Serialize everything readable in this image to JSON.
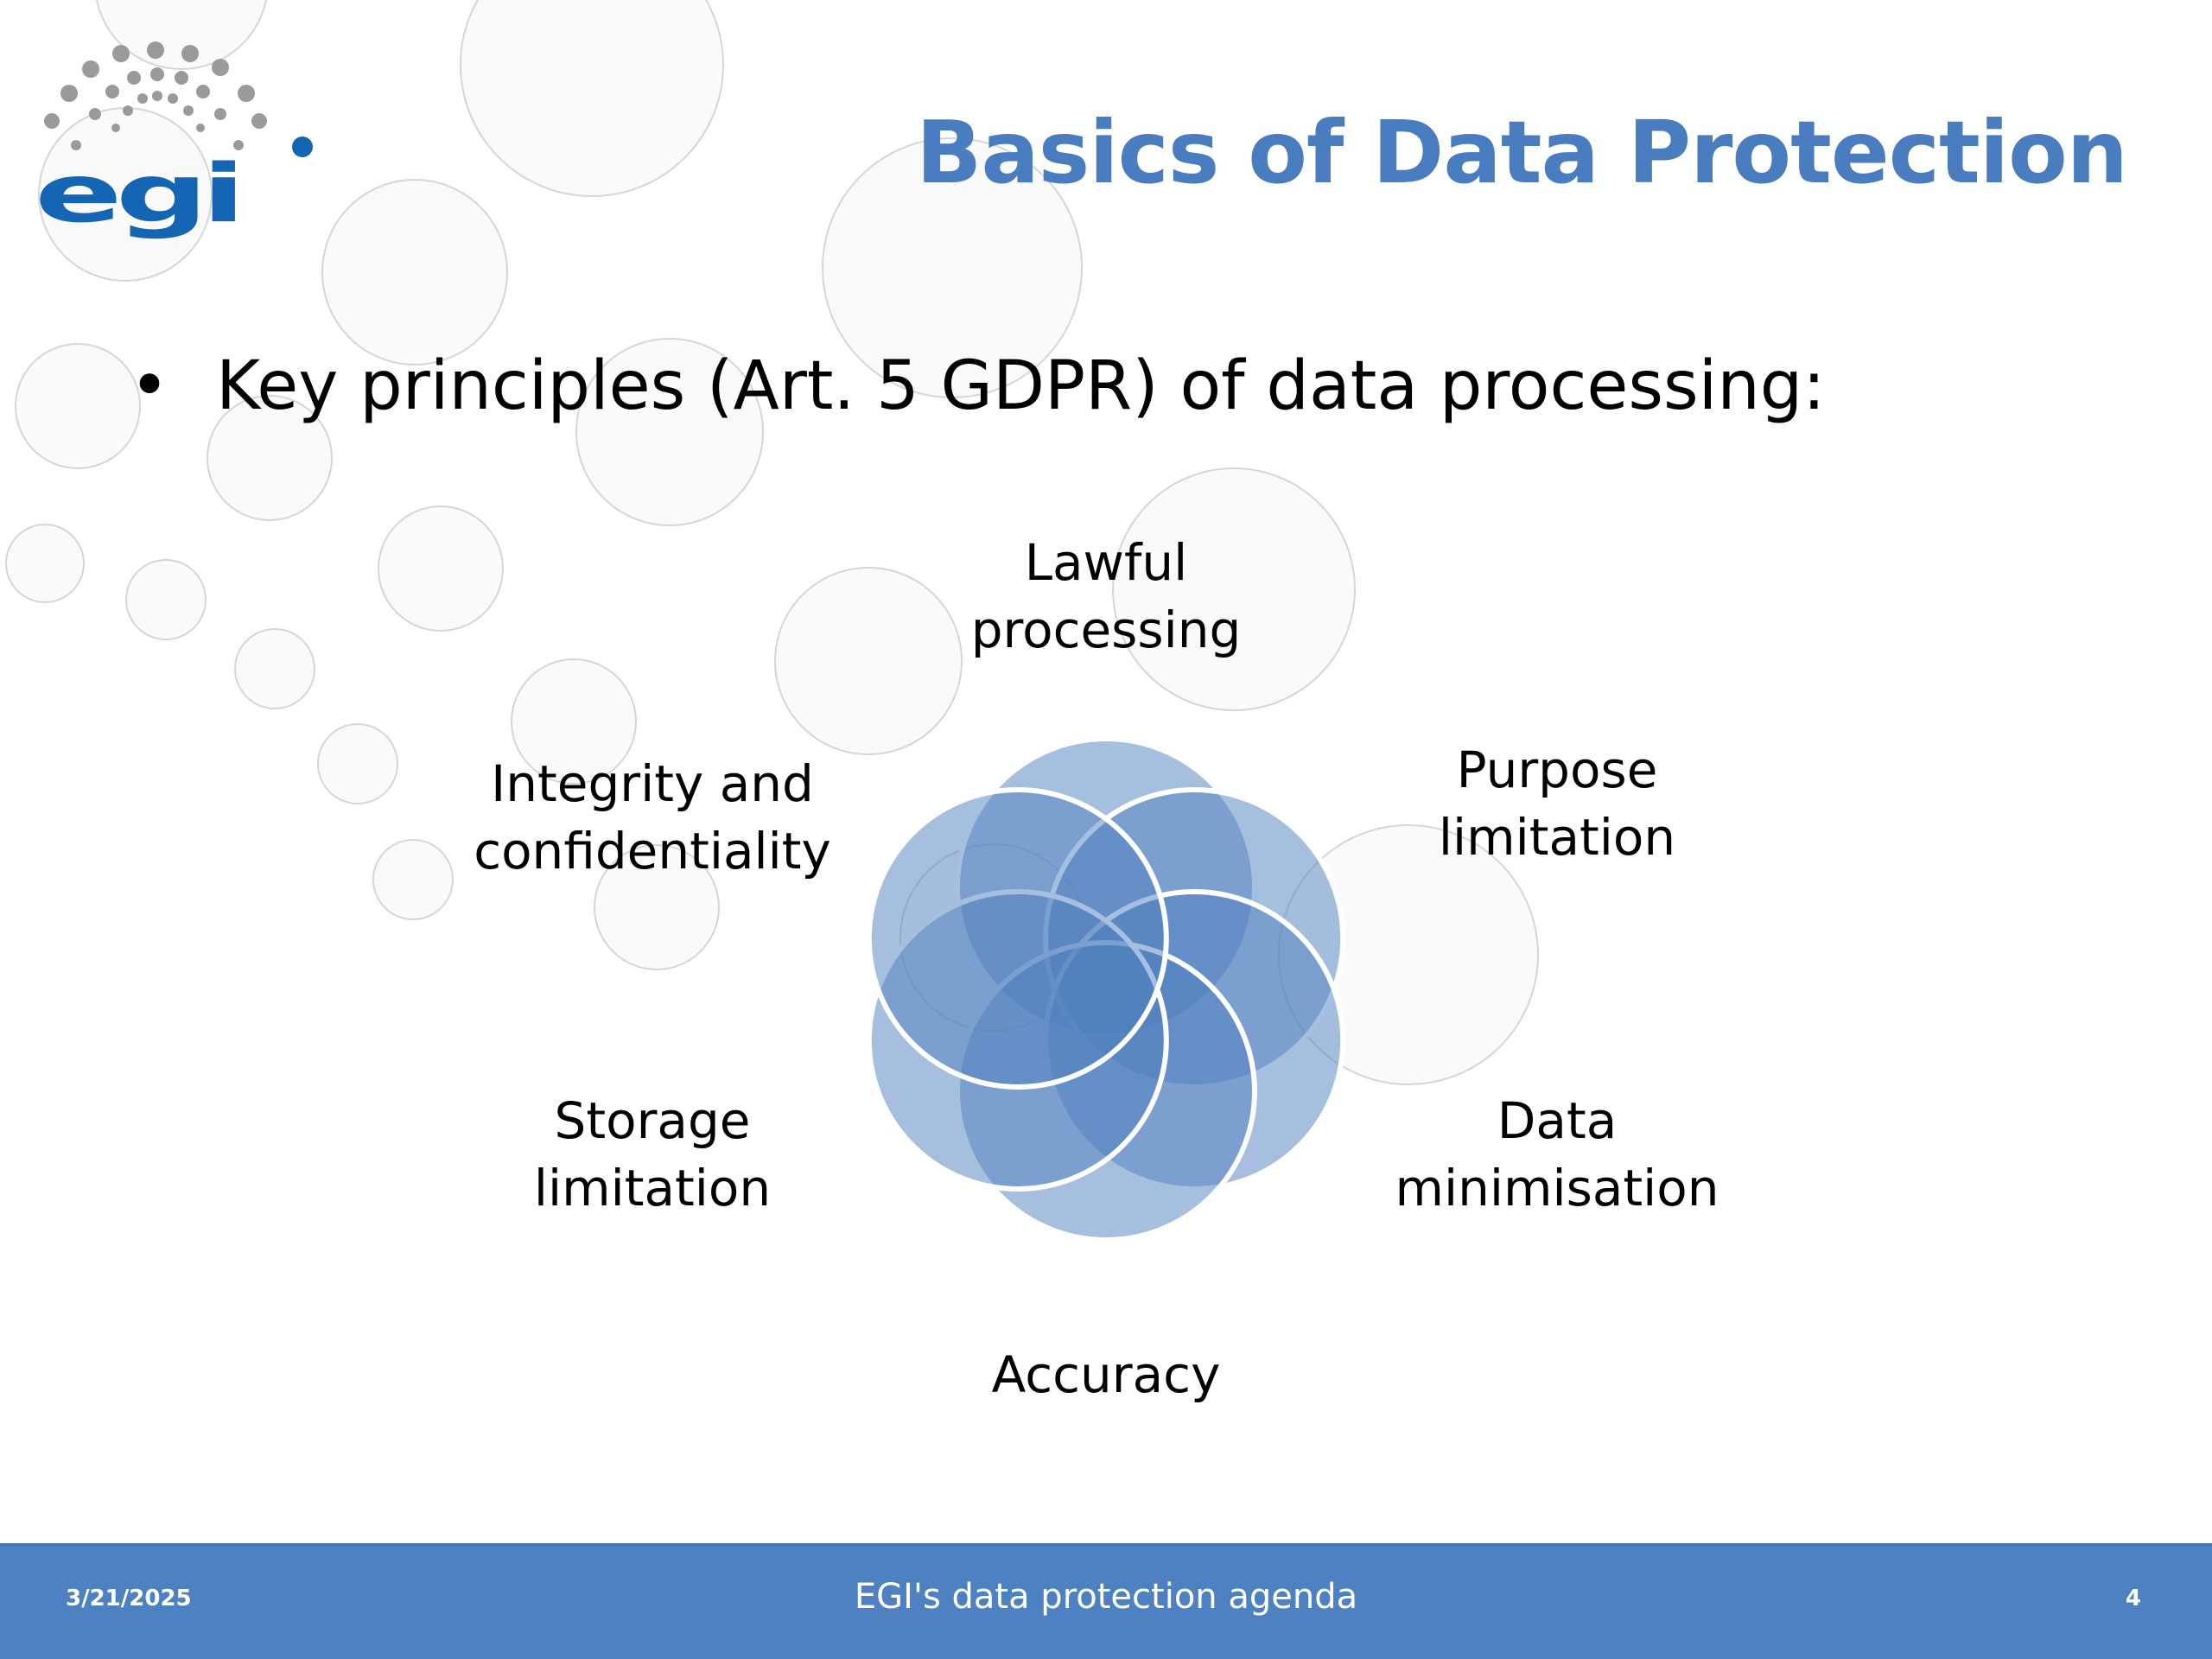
{
  "slide": {
    "title": "Basics of Data Protection",
    "logo_text": "egi",
    "bullet": "Key principles (Art. 5 GDPR) of data processing:",
    "principles": {
      "top": [
        "Lawful",
        "processing"
      ],
      "top_right": [
        "Purpose",
        "limitation"
      ],
      "bottom_right": [
        "Data",
        "minimisation"
      ],
      "bottom": [
        "Accuracy"
      ],
      "bottom_left": [
        "Storage",
        "limitation"
      ],
      "top_left": [
        "Integrity and",
        "confidentiality"
      ]
    }
  },
  "footer": {
    "date": "3/21/2025",
    "center": "EGI's data protection agenda",
    "page": "4"
  },
  "colors": {
    "title": "#4a7cc0",
    "logo": "#1466b4",
    "petal": "#4f7fbd",
    "footer": "#4e81c2"
  }
}
